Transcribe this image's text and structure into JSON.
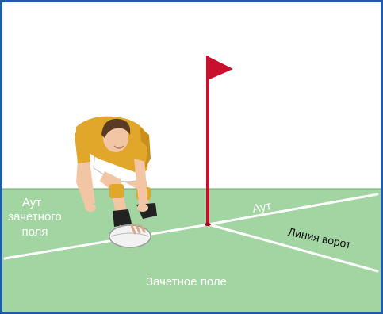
{
  "labels": {
    "aut_touch_line1": "Аут",
    "aut_touch_line2": "зачетного",
    "aut_touch_line3": "поля",
    "aut_right": "Аут",
    "goal_line": "Линия ворот",
    "in_goal": "Зачетное поле"
  },
  "colors": {
    "border": "#1f5ba8",
    "sky": "#ffffff",
    "grass": "#a3d5a3",
    "line": "#ffffff",
    "flag": "#c8102e",
    "jersey": "#e0a72a",
    "shorts": "#ffffff",
    "skin": "#f2c6a5",
    "hair": "#5a3a22",
    "boots": "#222222",
    "ball": "#f2f2f2"
  },
  "icons": [
    "corner-flag-icon",
    "rugby-player-icon",
    "rugby-ball-icon"
  ]
}
